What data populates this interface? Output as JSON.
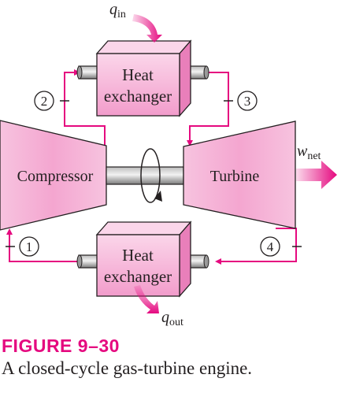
{
  "diagram": {
    "q_in": {
      "symbol": "q",
      "subscript": "in"
    },
    "q_out": {
      "symbol": "q",
      "subscript": "out"
    },
    "w_net": {
      "symbol": "w",
      "subscript": "net"
    },
    "heat_exchanger_top": {
      "line1": "Heat",
      "line2": "exchanger"
    },
    "heat_exchanger_bottom": {
      "line1": "Heat",
      "line2": "exchanger"
    },
    "compressor_label": "Compressor",
    "turbine_label": "Turbine",
    "states": [
      "1",
      "2",
      "3",
      "4"
    ],
    "colors": {
      "pink_fill": "#f4b1d6",
      "pink_light": "#fbd6ea",
      "magenta_line": "#e5097f",
      "shaft_gray": "#9a9a9a",
      "outline": "#231f20"
    }
  },
  "figure": {
    "title": "FIGURE 9–30",
    "caption": "A closed-cycle gas-turbine engine."
  }
}
